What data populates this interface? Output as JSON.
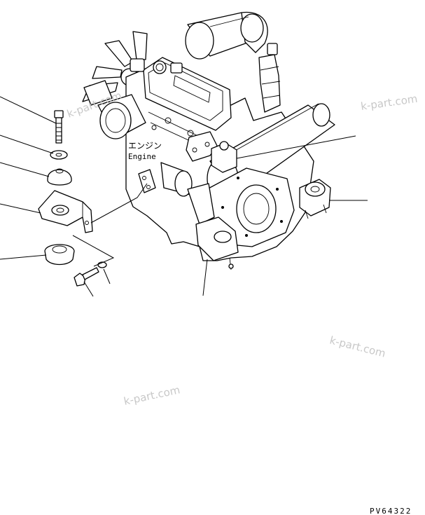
{
  "labels": {
    "engine_jp": "エンジン",
    "engine_en": "Engine",
    "drawing_code": "PV64322"
  },
  "watermarks": [
    "k-part.com",
    "k-part.com",
    "k-part.com",
    "k-part.com"
  ]
}
